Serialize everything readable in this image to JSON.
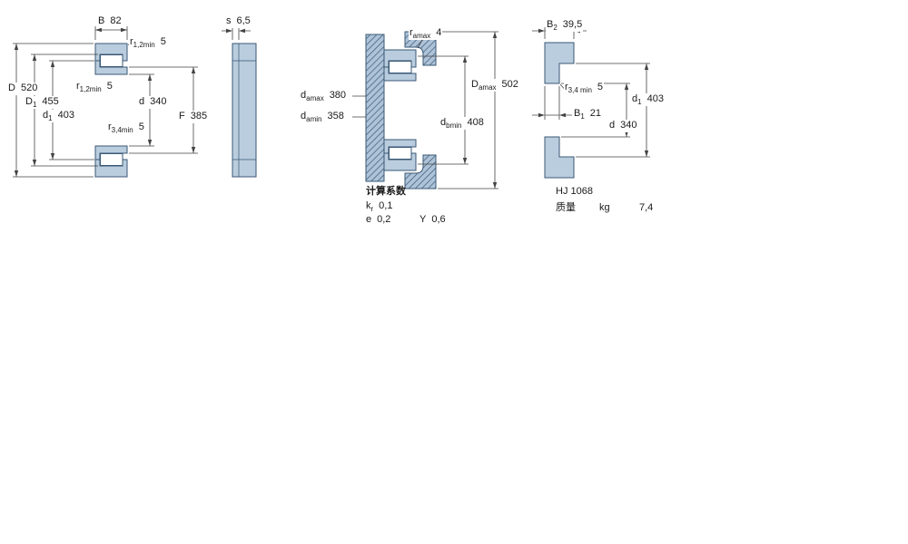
{
  "colors": {
    "steel_fill": "#b9cdde",
    "steel_stroke": "#3a5876",
    "dim_line": "#444444"
  },
  "main_view": {
    "labels": {
      "b": {
        "base": "B",
        "sub": "",
        "value": "82"
      },
      "r12_top": {
        "base": "r",
        "sub": "1,2min",
        "value": "5"
      },
      "D": {
        "base": "D",
        "sub": "",
        "value": "520"
      },
      "D1": {
        "base": "D",
        "sub": "1",
        "value": "455"
      },
      "r12_mid": {
        "base": "r",
        "sub": "1,2min",
        "value": "5"
      },
      "d1": {
        "base": "d",
        "sub": "1",
        "value": "403"
      },
      "d": {
        "base": "d",
        "sub": "",
        "value": "340"
      },
      "r34": {
        "base": "r",
        "sub": "3,4min",
        "value": "5"
      },
      "F": {
        "base": "F",
        "sub": "",
        "value": "385"
      }
    }
  },
  "side_view": {
    "labels": {
      "s": {
        "base": "s",
        "sub": "",
        "value": "6,5"
      }
    }
  },
  "mounting_view": {
    "labels": {
      "ra": {
        "base": "r",
        "sub": "amax",
        "value": "4"
      },
      "da_max": {
        "base": "d",
        "sub": "amax",
        "value": "380"
      },
      "da_min": {
        "base": "d",
        "sub": "amin",
        "value": "358"
      },
      "Da_max": {
        "base": "D",
        "sub": "amax",
        "value": "502"
      },
      "db_min": {
        "base": "d",
        "sub": "bmin",
        "value": "408"
      }
    }
  },
  "calc_factors": {
    "title": "计算系数",
    "kr": {
      "base": "k",
      "sub": "r",
      "value": "0,1"
    },
    "e": {
      "base": "e",
      "sub": "",
      "value": "0,2"
    },
    "Y": {
      "base": "Y",
      "sub": "",
      "value": "0,6"
    }
  },
  "hj_view": {
    "labels": {
      "B2": {
        "base": "B",
        "sub": "2",
        "value": "39,5"
      },
      "r34": {
        "base": "r",
        "sub": "3,4 min",
        "value": "5"
      },
      "B1": {
        "base": "B",
        "sub": "1",
        "value": "21"
      },
      "d1": {
        "base": "d",
        "sub": "1",
        "value": "403"
      },
      "d": {
        "base": "d",
        "sub": "",
        "value": "340"
      }
    },
    "designation": "HJ 1068",
    "mass_label": "质量",
    "mass_unit": "kg",
    "mass_value": "7,4"
  }
}
